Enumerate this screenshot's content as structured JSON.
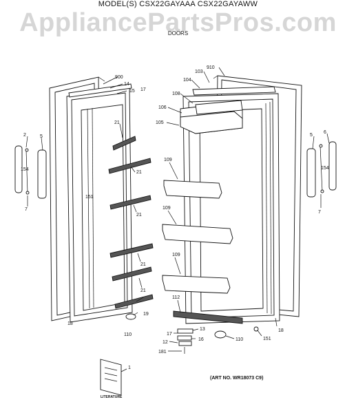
{
  "header": {
    "models": "MODEL(S) CSX22GAYAAA  CSX22GAYAWW",
    "watermark": "AppliancePartsPros.com",
    "section": "DOORS"
  },
  "art_no": "(ART NO. WR18073 C9)",
  "literature": "LITERATURE",
  "labels": {
    "l900": "900",
    "l14": "14",
    "l15": "15",
    "l17a": "17",
    "l910": "910",
    "l103": "103",
    "l104": "104",
    "l108": "108",
    "l106": "106",
    "l105": "105",
    "l21a": "21",
    "l21b": "21",
    "l21c": "21",
    "l21d": "21",
    "l21e": "21",
    "l2": "2",
    "l5a": "5",
    "l154a": "154",
    "l7a": "7",
    "l151a": "151",
    "l109a": "109",
    "l109b": "109",
    "l109c": "109",
    "l112": "112",
    "l6": "6",
    "l5b": "5",
    "l154b": "154",
    "l7b": "7",
    "l18a": "18",
    "l19": "19",
    "l110a": "110",
    "l13": "13",
    "l17b": "17",
    "l16": "16",
    "l12": "12",
    "l181": "181",
    "l110b": "110",
    "l151b": "151",
    "l18b": "18",
    "l1": "1"
  }
}
